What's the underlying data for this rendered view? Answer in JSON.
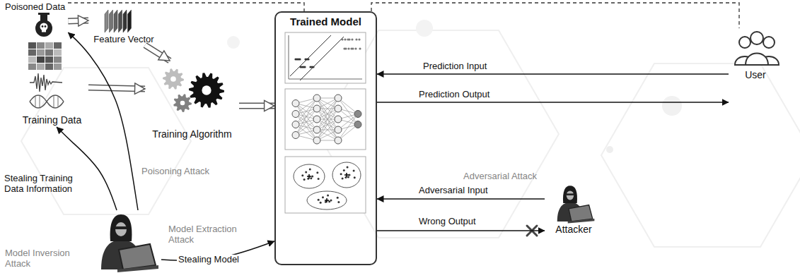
{
  "diagram": {
    "nodes": [
      {
        "text": [
          "Poisoned Data"
        ]
      },
      {
        "text": [
          "Feature Vector"
        ]
      },
      {
        "text": [
          "Training Data"
        ]
      },
      {
        "text": [
          "Training Algorithm"
        ]
      },
      {
        "text": [
          "Trained Model"
        ]
      },
      {
        "text": [
          "User"
        ]
      },
      {
        "text": [
          "Attacker"
        ]
      },
      {
        "text": [
          "Model Inversion Attack"
        ]
      }
    ],
    "edges": [
      {
        "from": 0,
        "to": 1,
        "arrow": "to"
      },
      {
        "from": 1,
        "to": 3,
        "arrow": "to"
      },
      {
        "from": 2,
        "to": 3,
        "arrow": "to"
      },
      {
        "from": 3,
        "to": 4,
        "arrow": "to"
      },
      {
        "from": 5,
        "to": 4,
        "label": "Prediction Input",
        "arrow": "to"
      },
      {
        "from": 4,
        "to": 5,
        "label": "Prediction Output",
        "arrow": "to"
      },
      {
        "from": 6,
        "to": 4,
        "label": "Adversarial Input",
        "arrow": "to"
      },
      {
        "from": 4,
        "to": 6,
        "label": "Wrong Output",
        "arrow": "to"
      },
      {
        "from": 7,
        "to": 2,
        "label": "Stealing Training Data Information",
        "arrow": "to"
      },
      {
        "from": 7,
        "to": 0,
        "label": "Poisoning Attack",
        "arrow": "to"
      },
      {
        "from": 7,
        "to": 4,
        "label": "Stealing Model",
        "arrow": "to"
      }
    ],
    "labels": [
      "Adversarial Attack",
      "Model Extraction Attack"
    ]
  }
}
